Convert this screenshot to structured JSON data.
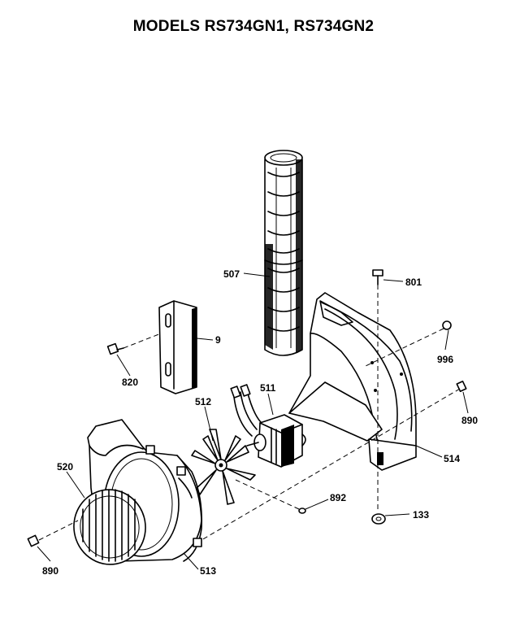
{
  "header": {
    "title": "MODELS RS734GN1, RS734GN2",
    "corner_text": "' ' '''     ''    '''    '''"
  },
  "parts": {
    "blower_wheel": "507",
    "screw_top": "801",
    "cover_plate": "9",
    "screw_left": "820",
    "nut": "996",
    "motor": "511",
    "fan_blade": "512",
    "screw_right": "890",
    "bracket": "514",
    "grille": "520",
    "clip": "892",
    "foot": "133",
    "screw_bottom": "890",
    "housing": "513"
  }
}
